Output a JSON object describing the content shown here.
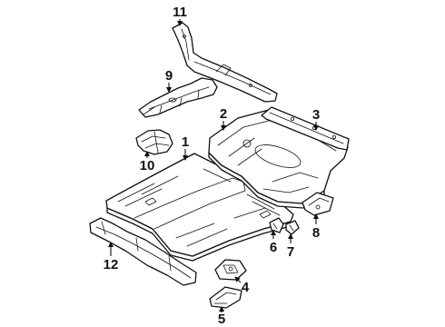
{
  "callout_numbers": [
    "1",
    "2",
    "3",
    "4",
    "5",
    "6",
    "7",
    "8",
    "9",
    "10",
    "11",
    "12"
  ]
}
